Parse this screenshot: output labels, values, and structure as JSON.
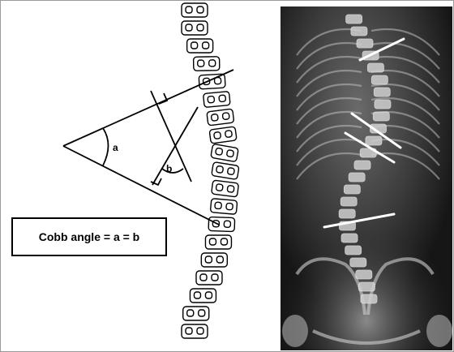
{
  "diagram": {
    "label_a": "a",
    "label_b": "b",
    "caption": "Cobb angle = a = b"
  },
  "xray": {
    "background": "#1a1a1a",
    "bone_color": "#d8d8d8",
    "line_color": "#ffffff"
  }
}
